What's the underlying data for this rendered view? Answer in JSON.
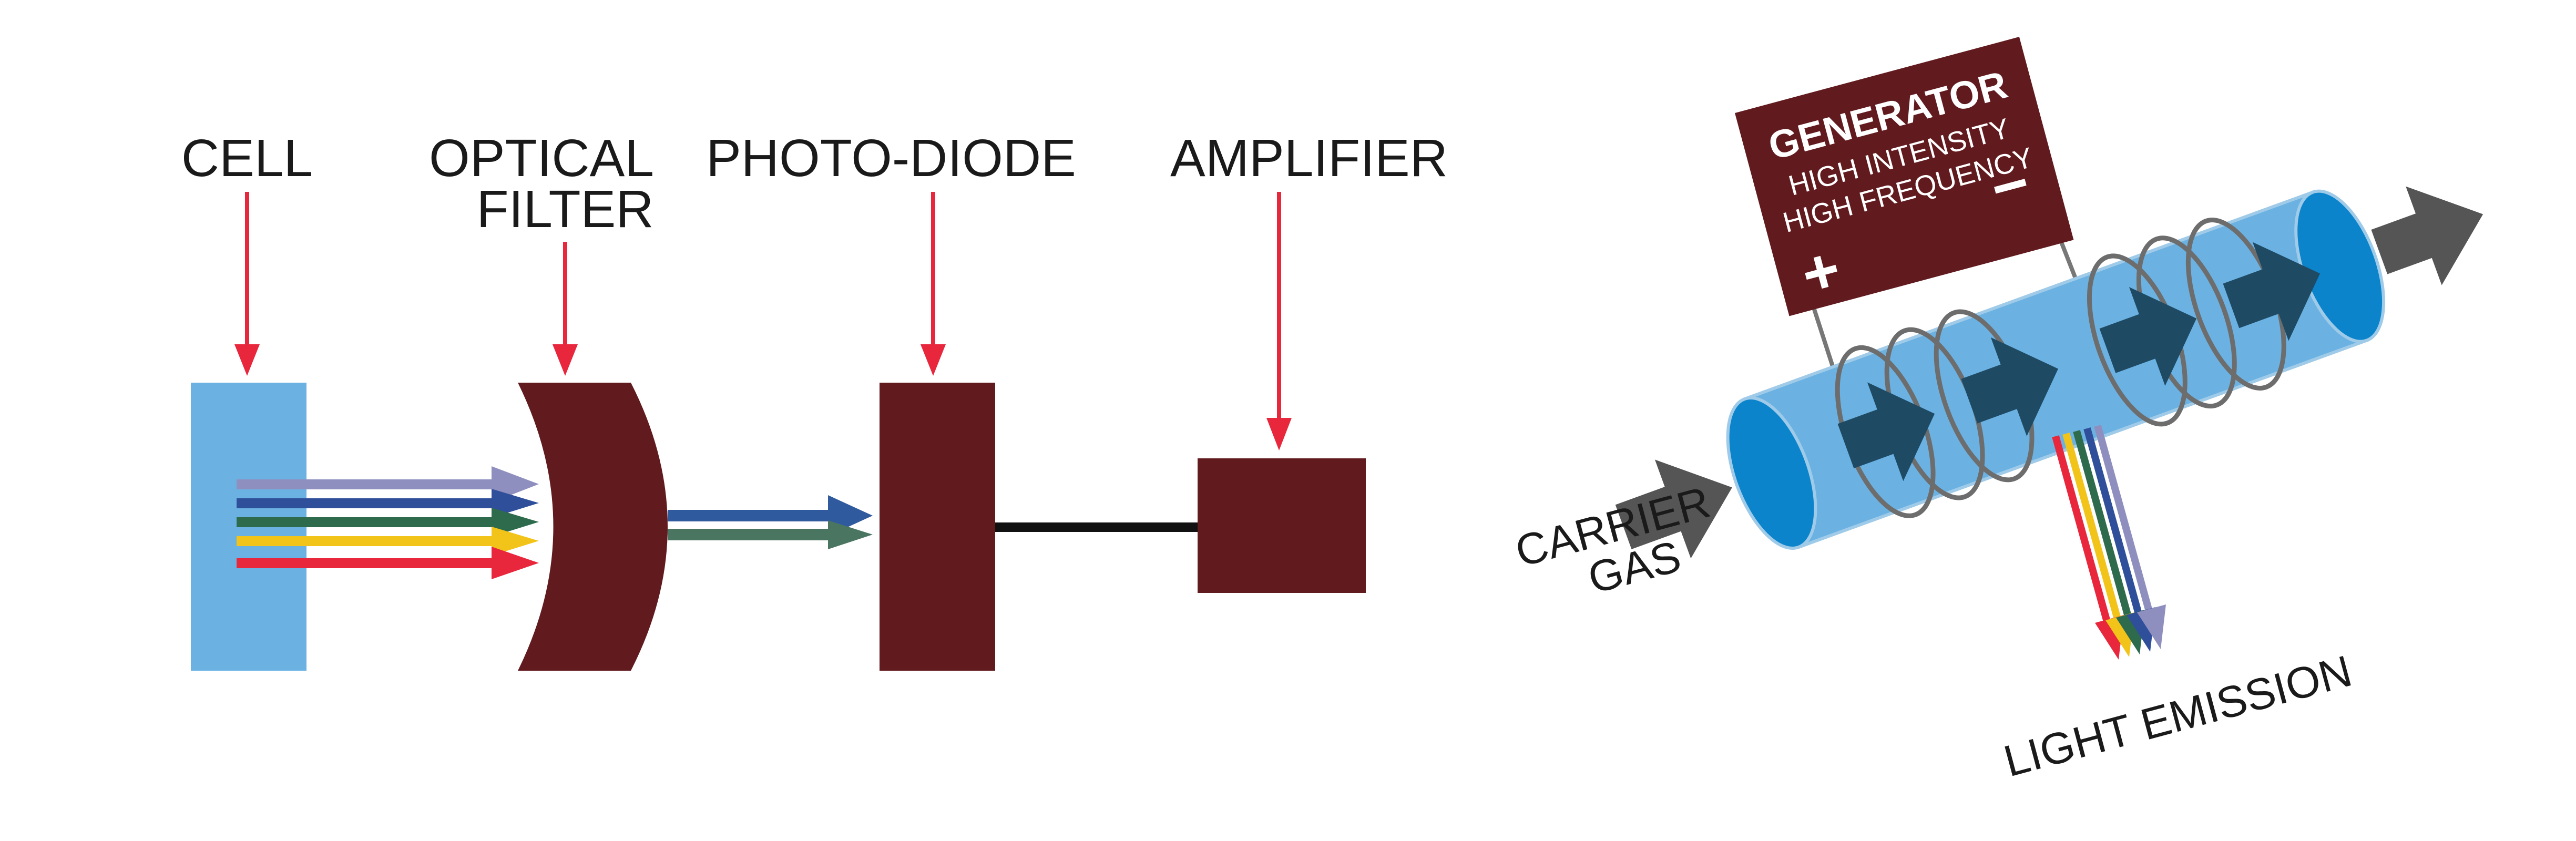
{
  "left_diagram": {
    "labels": {
      "cell": "CELL",
      "optical_filter_line1": "OPTICAL",
      "optical_filter_line2": "FILTER",
      "photo_diode": "PHOTO-DIODE",
      "amplifier": "AMPLIFIER"
    },
    "colors": {
      "cell": "#6bb2e3",
      "component": "#611a1e",
      "pointer": "#e8263c",
      "wire": "#111111"
    },
    "spectrum_colors": [
      "#8f8fbf",
      "#2f4f9a",
      "#2e6b4c",
      "#f2c318",
      "#e8263c"
    ],
    "filtered_colors": [
      "#2f5b9e",
      "#4a7560"
    ]
  },
  "right_diagram": {
    "generator": {
      "title": "GENERATOR",
      "line1": "HIGH INTENSITY",
      "line2": "HIGH FREQUENCY",
      "plus": "+",
      "minus": "−"
    },
    "labels": {
      "carrier_gas_line1": "CARRIER",
      "carrier_gas_line2": "GAS",
      "light_emission": "LIGHT EMISSION"
    },
    "colors": {
      "generator": "#611a1e",
      "tube": "#6bb2e3",
      "tube_end": "#0b84cc",
      "flow_arrow_inside": "#1f4a63",
      "flow_arrow_outside": "#555555"
    }
  }
}
